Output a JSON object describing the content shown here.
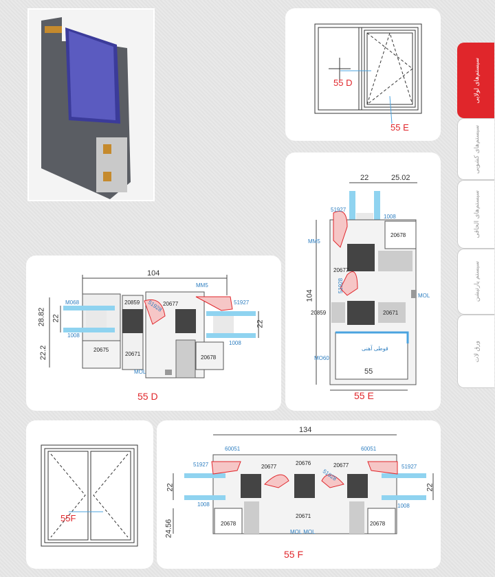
{
  "tabs": [
    {
      "label": "سیستم‌های لولایی",
      "active": true
    },
    {
      "label": "سیستم‌های کشویی",
      "active": false
    },
    {
      "label": "سیستم‌های الحاقی",
      "active": false
    },
    {
      "label": "سیستم پارتیشن",
      "active": false
    },
    {
      "label": "ورق لات",
      "active": false
    }
  ],
  "overview": {
    "label_d": "55 D",
    "label_e": "55 E"
  },
  "section_d": {
    "caption": "55 D",
    "width": "104",
    "h1": "28.82",
    "h2": "22",
    "h3": "22.2",
    "h_right": "22",
    "parts": {
      "mm5": "MM5",
      "m068": "M068",
      "p20859": "20859",
      "p51928": "51928",
      "p20677": "20677",
      "p51927": "51927",
      "g1008a": "1008",
      "g1008b": "1008",
      "p20675": "20675",
      "p20671": "20671",
      "p20678": "20678",
      "mol": "MOL"
    }
  },
  "section_e": {
    "caption": "55 E",
    "glass": "22",
    "offset": "25.02",
    "height": "104",
    "depth": "55",
    "parts": {
      "p51927": "51927",
      "g1008": "1008",
      "mm5": "MM5",
      "p20678": "20678",
      "p20677": "20677",
      "p51928": "51928",
      "mol": "MOL",
      "p20859": "20859",
      "p20671": "20671",
      "steel": "قوطی آهنی",
      "mo60": "MO60"
    }
  },
  "overview_f": {
    "label": "55F"
  },
  "section_f": {
    "caption": "55 F",
    "width": "134",
    "h_left": "22",
    "h_right": "22",
    "h_bottom": "24.56",
    "parts": {
      "a60051": "60051",
      "b60051": "60051",
      "a51927": "51927",
      "b51927": "51927",
      "a20677": "20677",
      "p20676": "20676",
      "p51928": "51928",
      "b20677": "20677",
      "a1008": "1008",
      "b1008": "1008",
      "p20671": "20671",
      "a20678": "20678",
      "b20678": "20678",
      "mol": "MOL MOL"
    }
  },
  "colors": {
    "accent": "#e0262b",
    "part_label": "#2f7fc1",
    "glass": "#8fd3f0"
  }
}
